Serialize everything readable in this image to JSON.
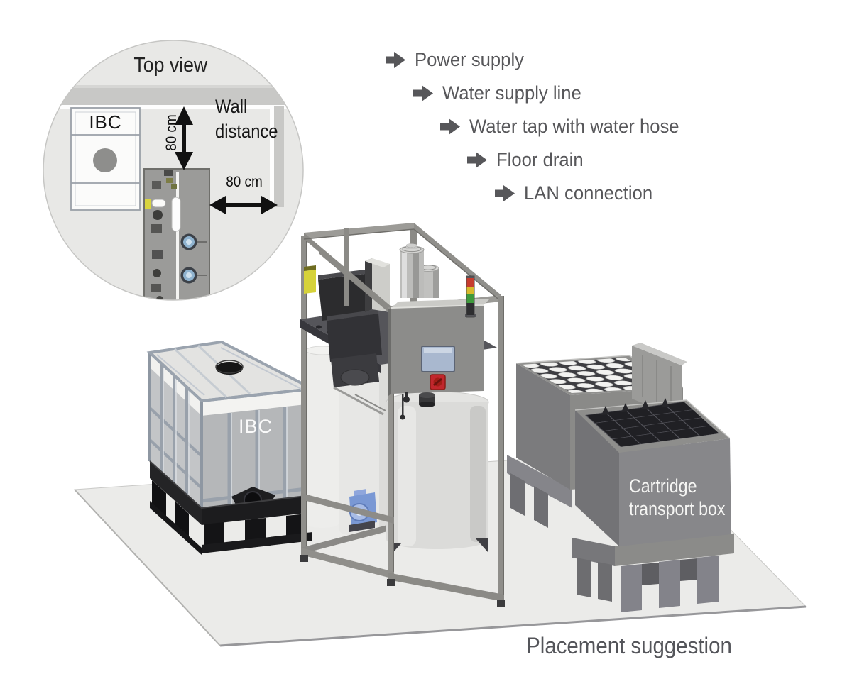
{
  "inset": {
    "title": "Top view",
    "ibc_label": "IBC",
    "wall_distance": [
      "Wall",
      "distance"
    ],
    "vertical_dim": "80 cm",
    "horizontal_dim": "80 cm"
  },
  "requirements": {
    "items": [
      "Power supply",
      "Water supply line",
      "Water tap with water hose",
      "Floor drain",
      "LAN connection"
    ]
  },
  "scene": {
    "ibc_label": "IBC",
    "cartridge_box_label": [
      "Cartridge",
      "transport box"
    ],
    "caption": "Placement suggestion"
  },
  "colors": {
    "bullet_gray": "#57575a",
    "signal_red": "#c63c2e",
    "signal_yellow": "#d8ba2c",
    "signal_green": "#3f9a3c",
    "emergency_red": "#c1272d",
    "screen_blue": "#a9b8cf",
    "pump_blue": "#7a98d4",
    "safety_yellow": "#d6d23a"
  }
}
